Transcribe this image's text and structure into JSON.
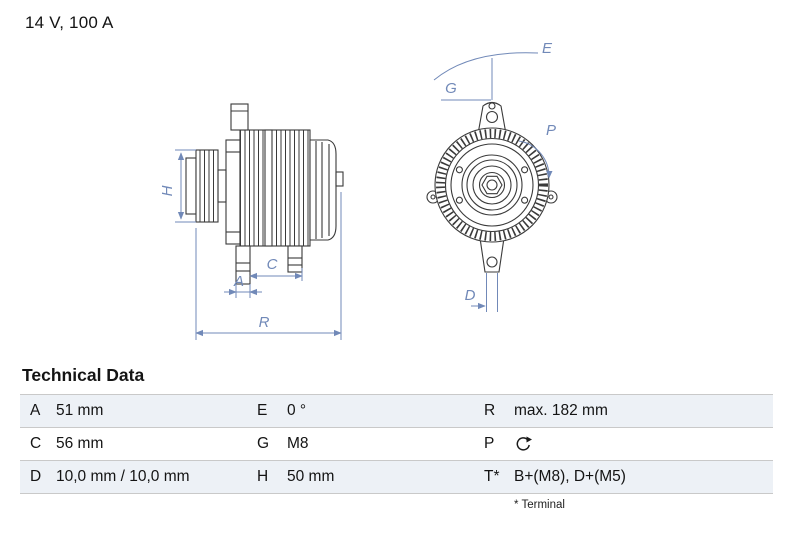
{
  "product": {
    "rating": "14 V, 100 A"
  },
  "diagram": {
    "labels": {
      "H": "H",
      "A": "A",
      "C": "C",
      "R": "R",
      "E": "E",
      "G": "G",
      "P": "P",
      "D": "D"
    },
    "line_color": "#3a3a3a",
    "dimension_color": "#7189b8"
  },
  "technical_data": {
    "title": "Technical Data",
    "rows": [
      [
        {
          "label": "A",
          "value": "51 mm"
        },
        {
          "label": "E",
          "value": "0 °"
        },
        {
          "label": "R",
          "value": "max. 182 mm"
        }
      ],
      [
        {
          "label": "C",
          "value": "56 mm"
        },
        {
          "label": "G",
          "value": "M8"
        },
        {
          "label": "P",
          "value": "",
          "icon": "clockwise-rotation"
        }
      ],
      [
        {
          "label": "D",
          "value": "10,0 mm / 10,0 mm"
        },
        {
          "label": "H",
          "value": "50 mm"
        },
        {
          "label": "T*",
          "value": "B+(M8), D+(M5)"
        }
      ]
    ],
    "footnote": "* Terminal"
  }
}
